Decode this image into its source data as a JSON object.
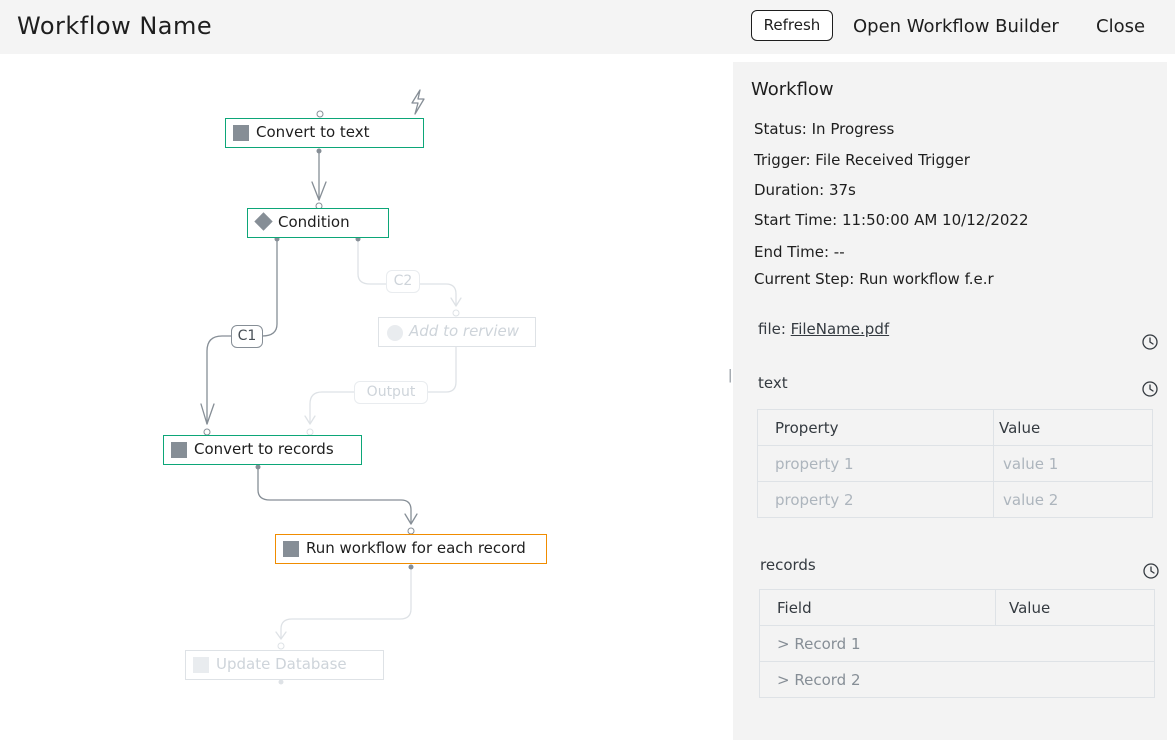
{
  "header": {
    "title": "Workflow Name",
    "refresh_label": "Refresh",
    "open_builder_label": "Open Workflow Builder",
    "close_label": "Close"
  },
  "diagram": {
    "nodes": {
      "convert_text": "Convert to text",
      "condition": "Condition",
      "add_review": "Add to rerview",
      "convert_records": "Convert to records",
      "run_workflow": "Run workflow for each record",
      "update_db": "Update Database"
    },
    "edge_labels": {
      "c1": "C1",
      "c2": "C2",
      "output": "Output"
    },
    "trigger_icon": "lightning-icon"
  },
  "panel": {
    "title": "Workflow",
    "status": "Status: In Progress",
    "trigger": "Trigger: File Received Trigger",
    "duration": "Duration: 37s",
    "start_time": "Start Time: 11:50:00 AM  10/12/2022",
    "end_time": "End Time: --",
    "current_step": "Current Step: Run workflow f.e.r",
    "file_label": "file: ",
    "file_name": "FileName.pdf",
    "text_section": {
      "label": "text",
      "headers": [
        "Property",
        "Value"
      ],
      "rows": [
        [
          "property 1",
          "value 1"
        ],
        [
          "property 2",
          "value 2"
        ]
      ]
    },
    "records_section": {
      "label": "records",
      "headers": [
        "Field",
        "Value"
      ],
      "rows": [
        "Record 1",
        "Record 2"
      ],
      "expand_glyph": ">"
    },
    "history_icon": "clock-icon"
  },
  "colors": {
    "active_border": "#0ca678",
    "current_border": "#f08c00",
    "inactive": "#dee2e6"
  }
}
